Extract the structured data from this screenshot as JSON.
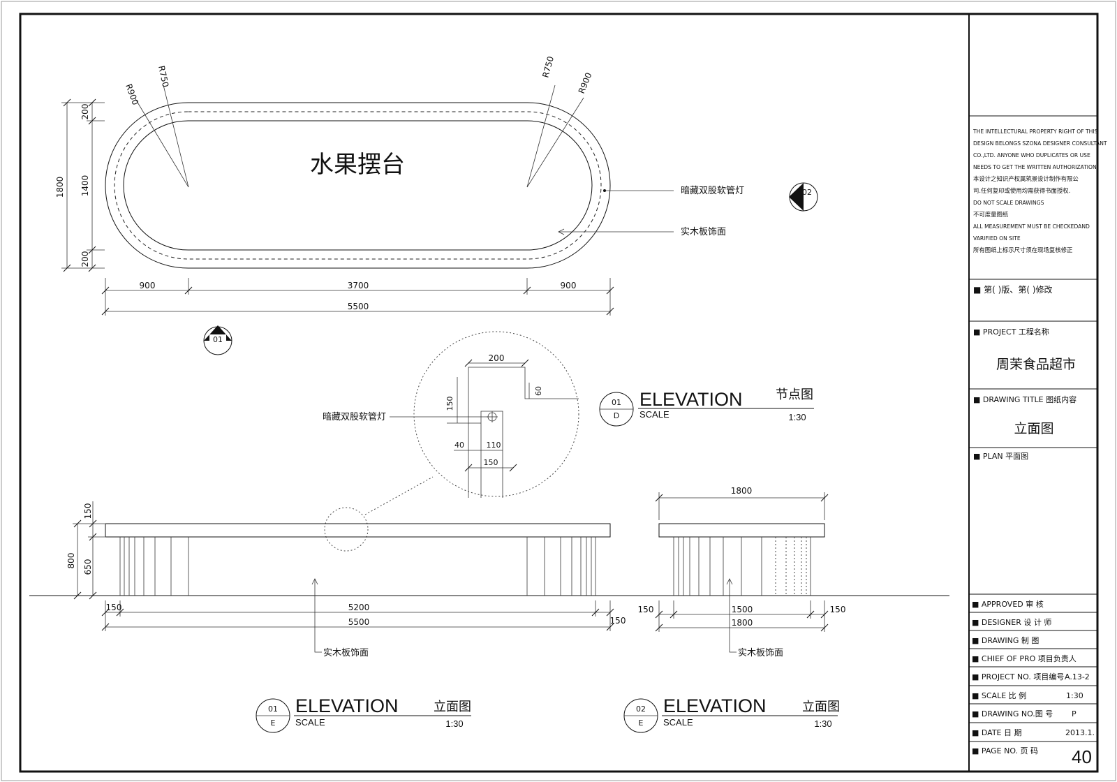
{
  "plan": {
    "title": "水果摆台",
    "radii": [
      "R900",
      "R750",
      "R750",
      "R900"
    ],
    "dims_vertical": [
      "1800",
      "200",
      "1400",
      "200"
    ],
    "dims_horizontal": [
      "900",
      "3700",
      "900",
      "5500"
    ],
    "callouts": [
      "暗藏双股软管灯",
      "实木板饰面"
    ],
    "marker_02": "02",
    "marker_01": "01"
  },
  "detail": {
    "dims": [
      "200",
      "60",
      "150",
      "40",
      "110",
      "150"
    ],
    "callout": "暗藏双股软管灯",
    "title": {
      "num": "01",
      "letter": "D",
      "heading": "ELEVATION",
      "cn": "节点图",
      "scale_label": "SCALE",
      "scale": "1:30"
    }
  },
  "elev1": {
    "dims_vertical": [
      "150",
      "800",
      "650"
    ],
    "dims_bottom": [
      "150",
      "5200",
      "5500",
      "150"
    ],
    "callout": "实木板饰面",
    "title": {
      "num": "01",
      "letter": "E",
      "heading": "ELEVATION",
      "cn": "立面图",
      "scale_label": "SCALE",
      "scale": "1:30"
    }
  },
  "elev2": {
    "dims_top": "1800",
    "dims_bottom": [
      "150",
      "1500",
      "150",
      "1800"
    ],
    "callout": "实木板饰面",
    "title": {
      "num": "02",
      "letter": "E",
      "heading": "ELEVATION",
      "cn": "立面图",
      "scale_label": "SCALE",
      "scale": "1:30"
    }
  },
  "titleblock": {
    "notes": [
      "THE INTELLECTURAL PROPERTY RIGHT OF THIS",
      "DESIGN BELONGS SZONA DESIGNER CONSULTANT",
      "CO.,LTD. ANYONE WHO DUPLICATES OR USE",
      "NEEDS TO GET THE WRITTEN AUTHORIZATION",
      "本设计之知识产权属筑景设计制作有限公",
      "司.任何复印或使用均需获得书面授权.",
      "DO NOT SCALE DRAWINGS",
      "不可度量图纸",
      "ALL MEASUREMENT MUST BE CHECKEDAND",
      "VARIFIED ON SITE",
      "所有图纸上标示尺寸须在现场复核修正"
    ],
    "revision": "■ 第(      )版、第(      )修改",
    "project_label": "■ PROJECT   工程名称",
    "project_name": "周茉食品超市",
    "drawing_title_label": "■ DRAWING TITLE  图纸内容",
    "drawing_title": "立面图",
    "plan_label": "■ PLAN  平面图",
    "rows": [
      {
        "label": "■ APPROVED   审   核",
        "value": ""
      },
      {
        "label": "■ DESIGNER   设 计 师",
        "value": ""
      },
      {
        "label": "■ DRAWING    制    图",
        "value": ""
      },
      {
        "label": "■ CHIEF OF PRO 项目负责人",
        "value": ""
      },
      {
        "label": "■ PROJECT NO. 项目编号",
        "value": "A.13-2"
      },
      {
        "label": "■ SCALE     比   例",
        "value": "1:30"
      },
      {
        "label": "■ DRAWING NO.图   号",
        "value": "P"
      },
      {
        "label": "■ DATE      日   期",
        "value": "2013.1."
      },
      {
        "label": "■ PAGE NO.   页   码",
        "value": "40"
      }
    ]
  }
}
